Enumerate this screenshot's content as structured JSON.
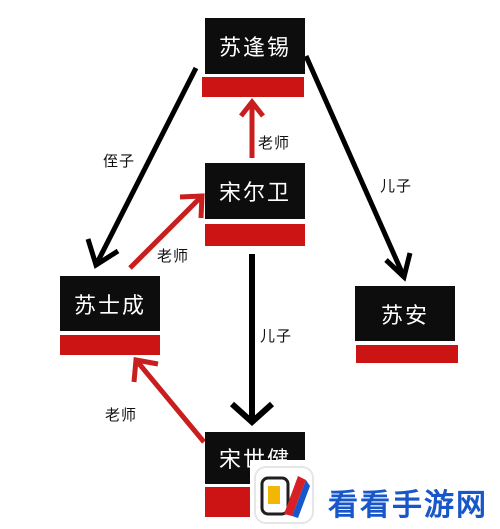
{
  "nodes": {
    "su_fengxi": {
      "label": "苏逢锡",
      "sub": ""
    },
    "song_erwei": {
      "label": "宋尔卫",
      "sub": ""
    },
    "su_shicheng": {
      "label": "苏士成",
      "sub": ""
    },
    "su_an": {
      "label": "苏安",
      "sub": ""
    },
    "song_shijian": {
      "label": "宋世健",
      "sub": ""
    }
  },
  "edges": {
    "fengxi_to_shicheng": "侄子",
    "erwei_to_fengxi": "老师",
    "shicheng_to_erwei": "老师",
    "fengxi_to_an": "儿子",
    "erwei_to_shijian": "儿子",
    "shijian_to_shicheng": "老师"
  },
  "watermark": {
    "text": "看看手游网"
  },
  "colors": {
    "node_bg": "#0d0d0d",
    "sub_bg": "#cc1414",
    "teacher_arrow": "#c81e1e",
    "relation_arrow": "#000000",
    "brand": "#1757c9"
  }
}
